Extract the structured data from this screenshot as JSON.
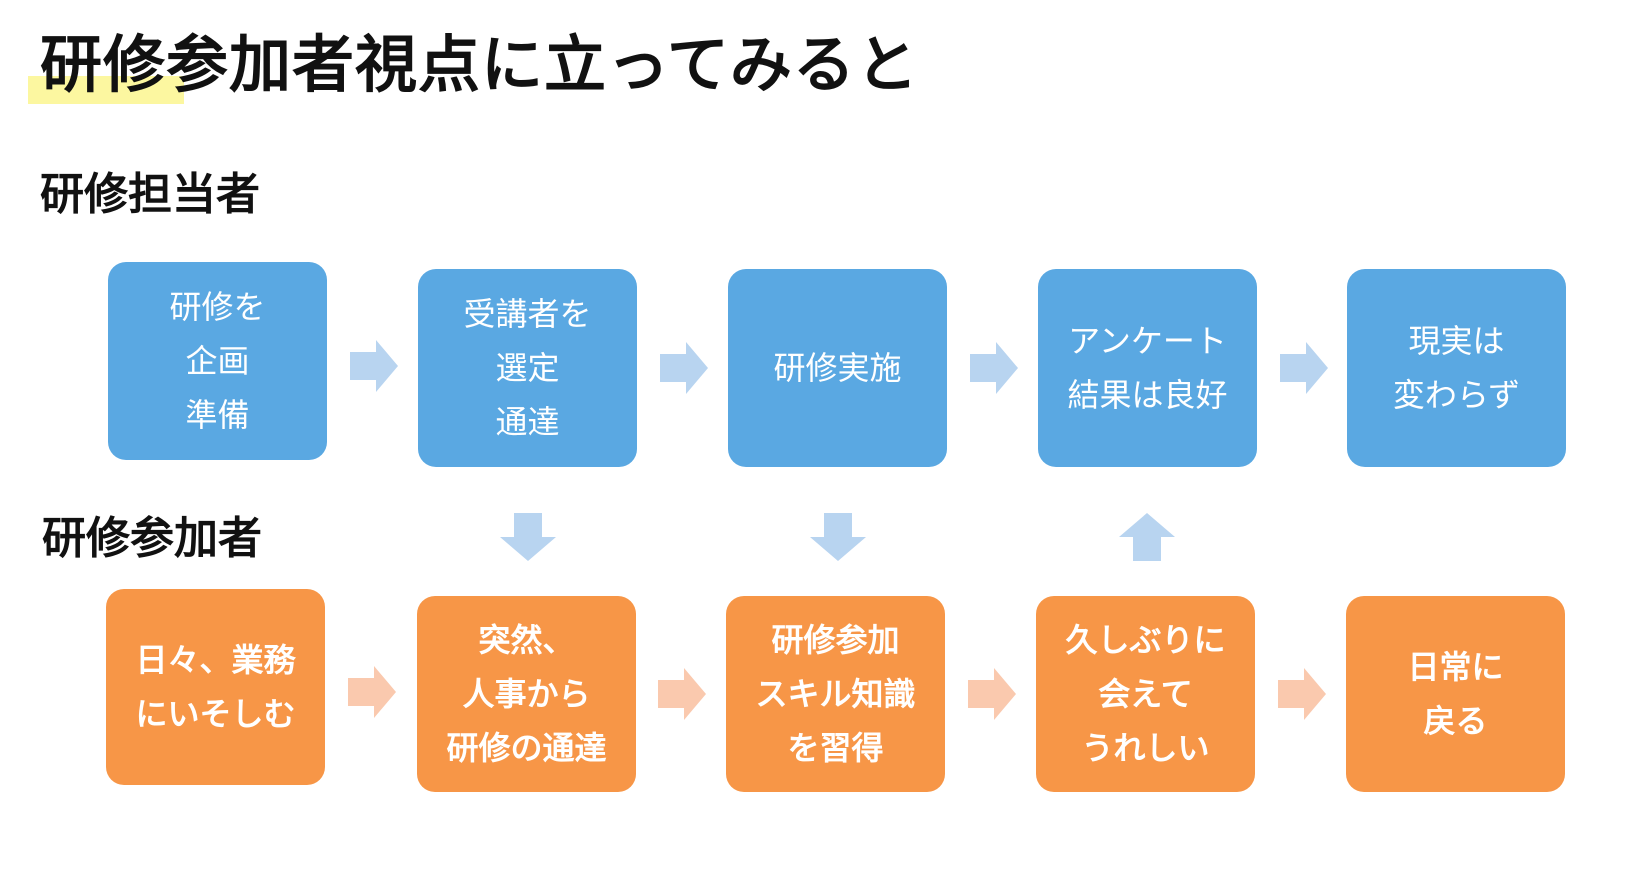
{
  "title": "研修参加者視点に立ってみると",
  "colors": {
    "staff_box": "#5aa8e2",
    "participant_box": "#f79647",
    "staff_arrow": "#b8d4f0",
    "participant_arrow": "#fac9ae",
    "highlight": "#fcf7a0"
  },
  "staff": {
    "label": "研修担当者",
    "steps": [
      {
        "lines": [
          "研修を",
          "企画",
          "準備"
        ]
      },
      {
        "lines": [
          "受講者を",
          "選定",
          "通達"
        ]
      },
      {
        "lines": [
          "研修実施"
        ]
      },
      {
        "lines": [
          "アンケート",
          "結果は良好"
        ]
      },
      {
        "lines": [
          "現実は",
          "変わらず"
        ]
      }
    ]
  },
  "participant": {
    "label": "研修参加者",
    "steps": [
      {
        "lines": [
          "日々、業務",
          "にいそしむ"
        ]
      },
      {
        "lines": [
          "突然、",
          "人事から",
          "研修の通達"
        ]
      },
      {
        "lines": [
          "研修参加",
          "スキル知識",
          "を習得"
        ]
      },
      {
        "lines": [
          "久しぶりに",
          "会えて",
          "うれしい"
        ]
      },
      {
        "lines": [
          "日常に",
          "戻る"
        ]
      }
    ]
  },
  "connectors": [
    {
      "from": "staff.steps.1",
      "to": "participant.steps.1",
      "direction": "down"
    },
    {
      "from": "staff.steps.2",
      "to": "participant.steps.2",
      "direction": "down"
    },
    {
      "from": "participant.steps.3",
      "to": "staff.steps.3",
      "direction": "up"
    }
  ]
}
